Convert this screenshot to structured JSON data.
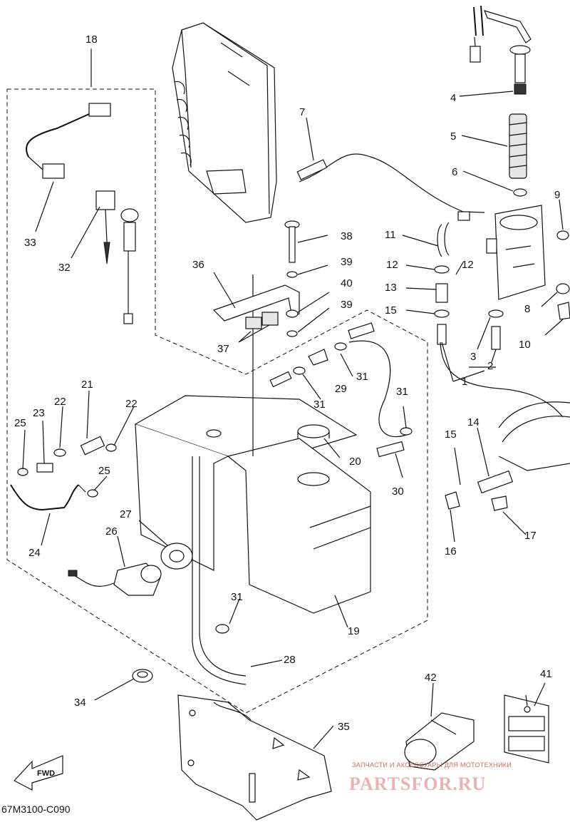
{
  "diagram": {
    "drawing_code": "67M3100-C090",
    "fwd_label": "FWD",
    "watermark": {
      "tagline": "ЗАПЧАСТИ И АКСЕССУАРЫ ДЛЯ МОТОТЕХНИКИ",
      "site": "PARTSFOR.RU"
    },
    "callouts": [
      {
        "id": "c1",
        "label": "1"
      },
      {
        "id": "c2",
        "label": "2"
      },
      {
        "id": "c3",
        "label": "3"
      },
      {
        "id": "c4",
        "label": "4"
      },
      {
        "id": "c5",
        "label": "5"
      },
      {
        "id": "c6",
        "label": "6"
      },
      {
        "id": "c7",
        "label": "7"
      },
      {
        "id": "c8",
        "label": "8"
      },
      {
        "id": "c9",
        "label": "9"
      },
      {
        "id": "c10",
        "label": "10"
      },
      {
        "id": "c11",
        "label": "11"
      },
      {
        "id": "c12a",
        "label": "12"
      },
      {
        "id": "c12b",
        "label": "12"
      },
      {
        "id": "c13",
        "label": "13"
      },
      {
        "id": "c14",
        "label": "14"
      },
      {
        "id": "c15a",
        "label": "15"
      },
      {
        "id": "c15b",
        "label": "15"
      },
      {
        "id": "c16",
        "label": "16"
      },
      {
        "id": "c17",
        "label": "17"
      },
      {
        "id": "c18",
        "label": "18"
      },
      {
        "id": "c19",
        "label": "19"
      },
      {
        "id": "c20",
        "label": "20"
      },
      {
        "id": "c21",
        "label": "21"
      },
      {
        "id": "c22a",
        "label": "22"
      },
      {
        "id": "c22b",
        "label": "22"
      },
      {
        "id": "c23",
        "label": "23"
      },
      {
        "id": "c24",
        "label": "24"
      },
      {
        "id": "c25a",
        "label": "25"
      },
      {
        "id": "c25b",
        "label": "25"
      },
      {
        "id": "c26",
        "label": "26"
      },
      {
        "id": "c27",
        "label": "27"
      },
      {
        "id": "c28",
        "label": "28"
      },
      {
        "id": "c29",
        "label": "29"
      },
      {
        "id": "c30",
        "label": "30"
      },
      {
        "id": "c31a",
        "label": "31"
      },
      {
        "id": "c31b",
        "label": "31"
      },
      {
        "id": "c31c",
        "label": "31"
      },
      {
        "id": "c31d",
        "label": "31"
      },
      {
        "id": "c32",
        "label": "32"
      },
      {
        "id": "c33",
        "label": "33"
      },
      {
        "id": "c34",
        "label": "34"
      },
      {
        "id": "c35",
        "label": "35"
      },
      {
        "id": "c36",
        "label": "36"
      },
      {
        "id": "c37",
        "label": "37"
      },
      {
        "id": "c38",
        "label": "38"
      },
      {
        "id": "c39a",
        "label": "39"
      },
      {
        "id": "c39b",
        "label": "39"
      },
      {
        "id": "c40",
        "label": "40"
      },
      {
        "id": "c41",
        "label": "41"
      },
      {
        "id": "c42",
        "label": "42"
      }
    ]
  }
}
